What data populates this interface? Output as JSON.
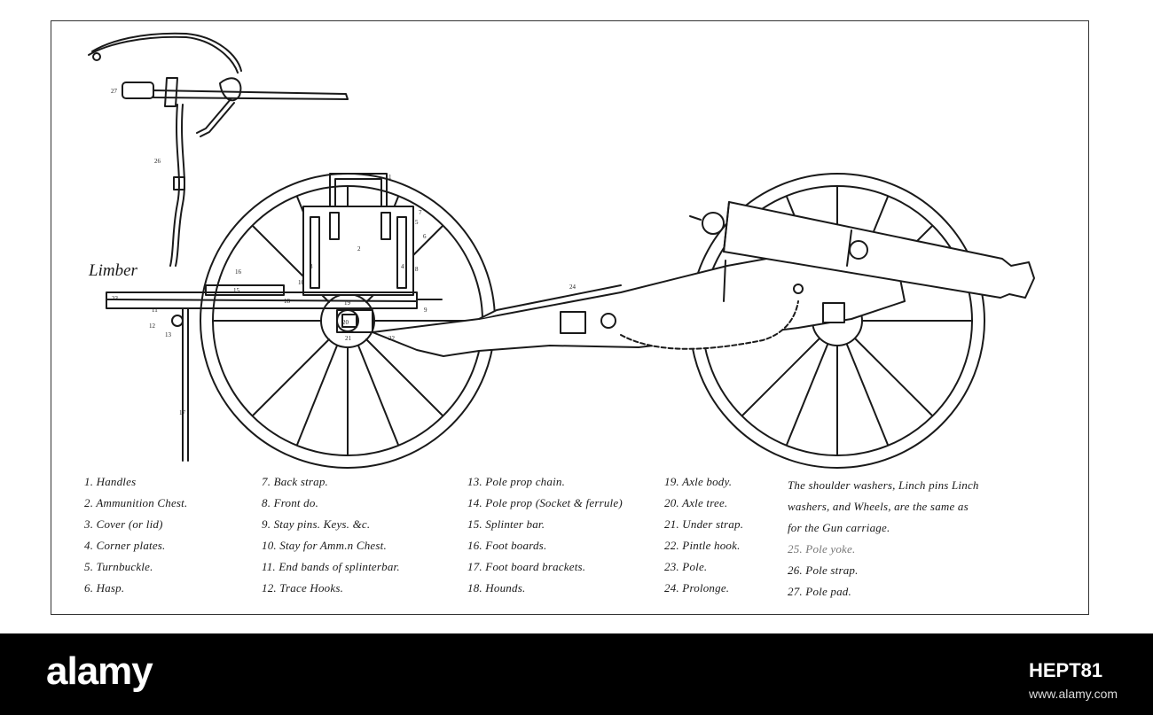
{
  "diagram": {
    "limber_label": "Limber",
    "part_numbers": [
      "1",
      "2",
      "3",
      "4",
      "5",
      "6",
      "7",
      "8",
      "9",
      "10",
      "11",
      "12",
      "13",
      "15",
      "16",
      "17",
      "18",
      "19",
      "20",
      "21",
      "22",
      "23",
      "24",
      "26",
      "27"
    ],
    "legend": {
      "col1": [
        "1. Handles",
        "2. Ammunition Chest.",
        "3. Cover (or lid)",
        "4. Corner plates.",
        "5. Turnbuckle.",
        "6. Hasp."
      ],
      "col2": [
        "7. Back strap.",
        "8. Front do.",
        "9. Stay pins. Keys. &c.",
        "10. Stay for Amm.n Chest.",
        "11. End bands of splinterbar.",
        "12. Trace Hooks."
      ],
      "col3": [
        "13. Pole prop chain.",
        "14. Pole prop (Socket & ferrule)",
        "15. Splinter bar.",
        "16. Foot boards.",
        "17. Foot board brackets.",
        "18. Hounds."
      ],
      "col4": [
        "19. Axle body.",
        "20. Axle tree.",
        "21. Under strap.",
        "22. Pintle hook.",
        "23. Pole.",
        "24. Prolonge."
      ],
      "col5_note": [
        "The shoulder washers, Linch pins Linch",
        "washers, and Wheels, are the same as",
        "for the Gun carriage."
      ],
      "col5": [
        "25. Pole yoke.",
        "26. Pole strap.",
        "27. Pole pad."
      ]
    }
  },
  "watermark": {
    "logo": "alamy",
    "image_id": "HEPT81",
    "url": "www.alamy.com"
  }
}
